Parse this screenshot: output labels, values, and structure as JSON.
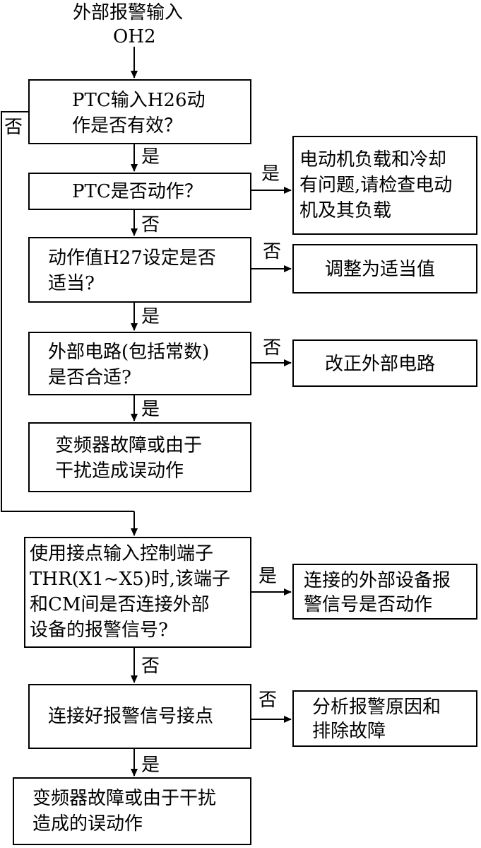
{
  "input": {
    "title": "外部报警输入",
    "code": "OH2"
  },
  "steps": [
    {
      "id": "ptc_valid",
      "lines": [
        "PTC输入H26动",
        "作是否有效？"
      ]
    },
    {
      "id": "ptc_act",
      "lines": [
        "PTC是否动作？"
      ]
    },
    {
      "id": "h27",
      "lines": [
        "动作值H27设定是否",
        "适当?"
      ]
    },
    {
      "id": "ext_circuit",
      "lines": [
        "外部电路(包括常数)",
        "是否合适?"
      ]
    },
    {
      "id": "fault1",
      "lines": [
        "变频器故障或由于",
        "干扰造成误动作"
      ]
    },
    {
      "id": "thr",
      "lines": [
        "使用接点输入控制端子",
        "THR(X1~X5)时,该端子",
        "和CM间是否连接外部",
        "设备的报警信号?"
      ]
    },
    {
      "id": "connect_alarm",
      "lines": [
        "连接好报警信号接点"
      ]
    },
    {
      "id": "fault2",
      "lines": [
        "变频器故障或由于干扰",
        "造成的误动作"
      ]
    }
  ],
  "side_results": [
    {
      "id": "motor",
      "lines": [
        "电动机负载和冷却",
        "有问题,请检查电动",
        "机及其负载"
      ]
    },
    {
      "id": "adjust",
      "lines": [
        "调整为适当值"
      ]
    },
    {
      "id": "fix_ext",
      "lines": [
        "改正外部电路"
      ]
    },
    {
      "id": "ext_alarm",
      "lines": [
        "连接的外部设备报",
        "警信号是否动作"
      ]
    },
    {
      "id": "analyze",
      "lines": [
        "分析报警原因和",
        "排除故障"
      ]
    }
  ],
  "labels": {
    "yes": "是",
    "no": "否"
  }
}
